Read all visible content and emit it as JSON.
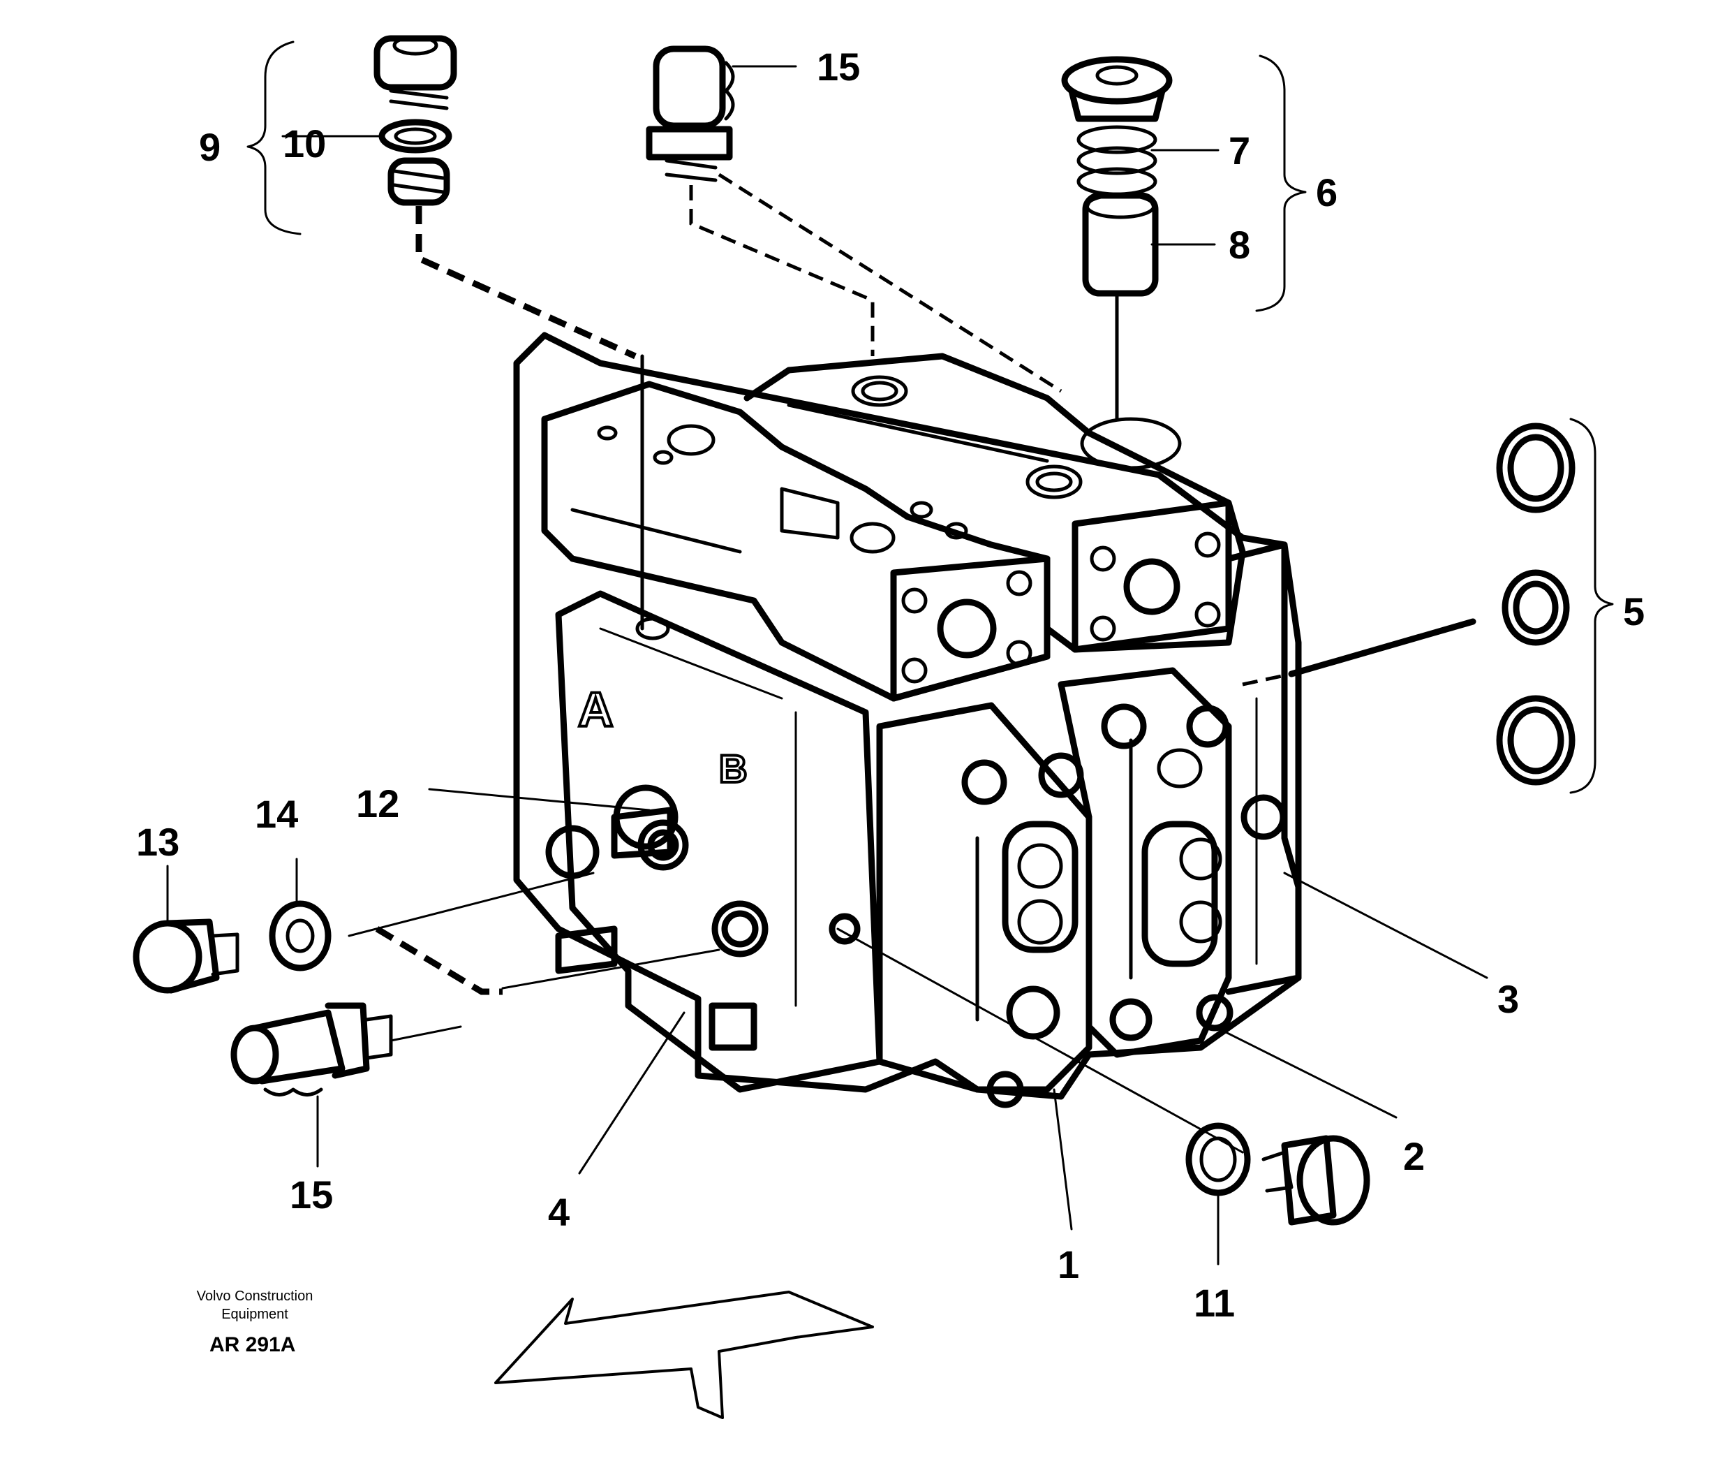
{
  "callouts": {
    "c1": "1",
    "c2": "2",
    "c3": "3",
    "c4": "4",
    "c5": "5",
    "c6": "6",
    "c7": "7",
    "c8": "8",
    "c9": "9",
    "c10": "10",
    "c11": "11",
    "c12": "12",
    "c13": "13",
    "c14": "14",
    "c15_top": "15",
    "c15_bottom": "15"
  },
  "port_labels": {
    "a": "A",
    "b": "B"
  },
  "caption": {
    "line1": "Volvo Construction",
    "line2": "Equipment",
    "code": "AR 291A"
  }
}
